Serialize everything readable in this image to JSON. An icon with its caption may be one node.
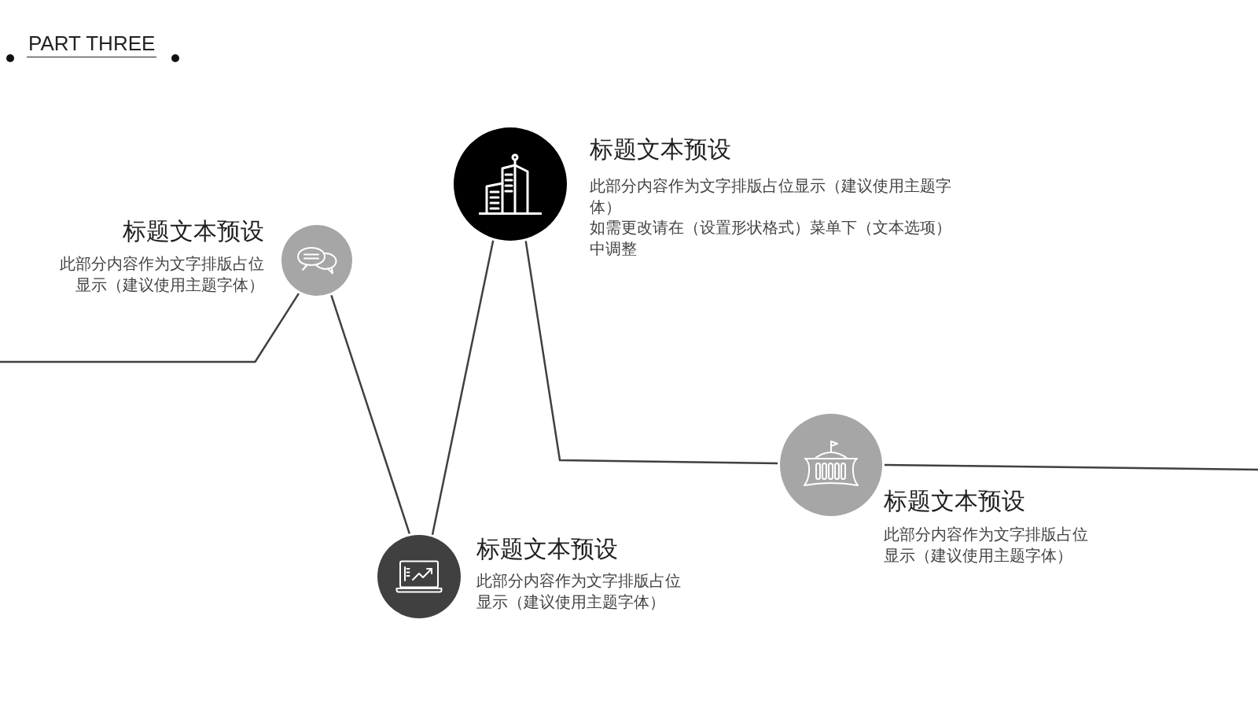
{
  "diagram": {
    "title": "PART THREE",
    "nodes": [
      {
        "text": [],
        "shape": "circle",
        "beside": [
          "标题文本预设",
          "此部分内容作为文字排版占位显示（建议使用主题字体）"
        ]
      },
      {
        "text": [],
        "shape": "circle",
        "beside": [
          "标题文本预设",
          "此部分内容作为文字排版占位显示（建议使用主题字体）"
        ]
      },
      {
        "text": [],
        "shape": "circle",
        "beside": [
          "标题文本预设",
          "此部分内容作为文字排版占位显示（建议使用主题字体）",
          "如需更改请在（设置形状格式）菜单下（文本选项）中调整"
        ]
      },
      {
        "text": [],
        "shape": "circle",
        "beside": [
          "标题文本预设",
          "此部分内容作为文字排版占位显示（建议使用主题字体）"
        ]
      }
    ],
    "edges": [
      {
        "from": null,
        "to": 0,
        "arrow": "none"
      },
      {
        "from": 0,
        "to": 1,
        "arrow": "none"
      },
      {
        "from": 1,
        "to": 2,
        "arrow": "none"
      },
      {
        "from": 2,
        "to": 3,
        "arrow": "none"
      },
      {
        "from": 3,
        "to": null,
        "arrow": "none"
      }
    ]
  }
}
